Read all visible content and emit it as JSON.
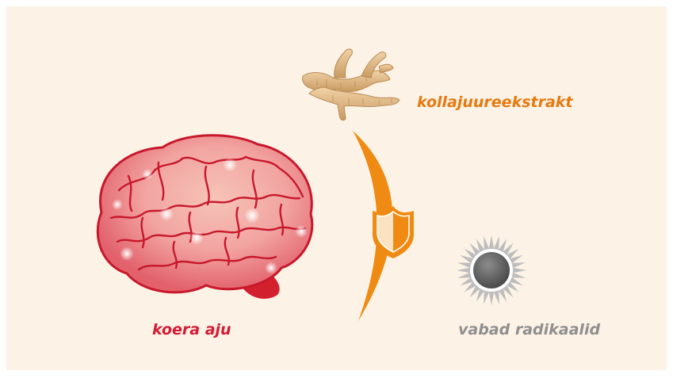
{
  "labels": {
    "root": "kollajuureekstrakt",
    "brain": "koera aju",
    "radicals": "vabad radikaalid"
  },
  "icons": {
    "root": "ginger-root-icon",
    "brain": "brain-icon",
    "shield": "shield-icon",
    "radical": "spiky-sun-icon",
    "arc": "protection-arc"
  },
  "colors": {
    "background": "#fcf2e6",
    "root_label": "#e6790f",
    "brain_label": "#d51a33",
    "radical_label": "#8f8f8f",
    "arc": "#ef8a12"
  }
}
